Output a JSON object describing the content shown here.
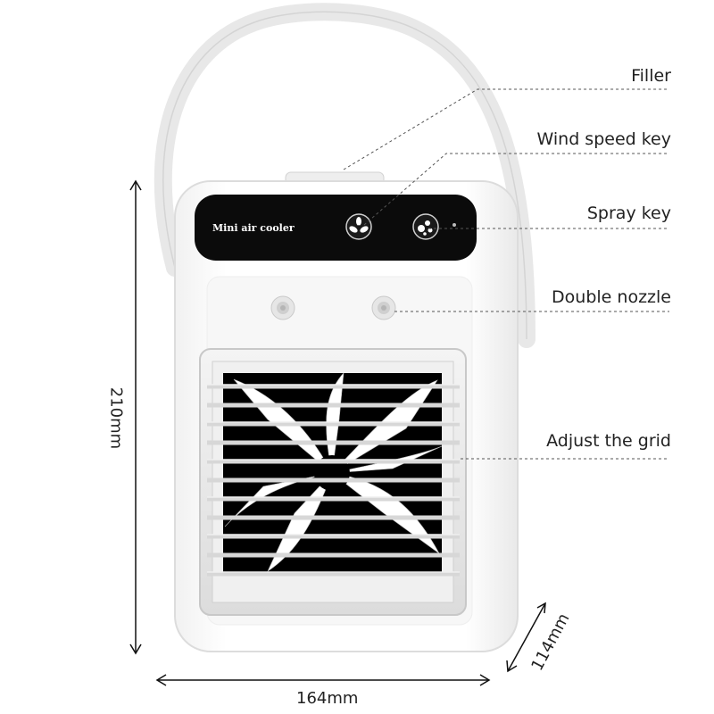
{
  "product": {
    "brand_label": "Mini air cooler",
    "colors": {
      "body": "#ffffff",
      "panel": "#0b0b0b",
      "strap": "#e6e6e6",
      "fan_blades": "#ffffff",
      "fan_background": "#000000"
    }
  },
  "callouts": [
    {
      "label": "Filler"
    },
    {
      "label": "Wind speed key"
    },
    {
      "label": "Spray key"
    },
    {
      "label": "Double nozzle"
    },
    {
      "label": "Adjust the grid"
    }
  ],
  "dimensions": {
    "height": "210mm",
    "width": "164mm",
    "depth": "114mm"
  },
  "icons": {
    "wind_speed": "fan-icon",
    "spray": "spray-icon"
  }
}
